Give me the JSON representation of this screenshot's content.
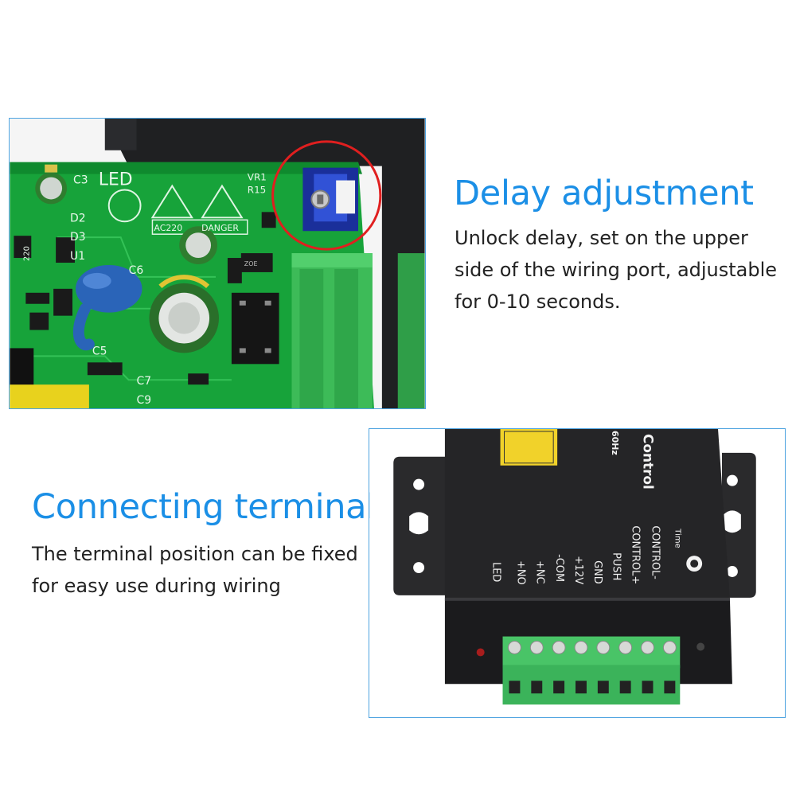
{
  "sections": {
    "delay": {
      "title": "Delay adjustment",
      "description": "Unlock delay, set on the upper side of the wiring port, adjustable for 0-10 seconds."
    },
    "terminal": {
      "title": "Connecting terminal",
      "description": "The terminal position can be fixed for easy use during wiring"
    }
  },
  "pcb": {
    "silkscreen_labels": [
      "C3",
      "LED",
      "D2",
      "D3",
      "U1",
      "220",
      "C5",
      "C6",
      "C7",
      "C9",
      "VR1",
      "R15",
      "AC220",
      "DANGER",
      "ZOE"
    ]
  },
  "device": {
    "top_labels": [
      "Control",
      "60Hz",
      "Time"
    ],
    "terminal_labels": [
      "CONTROL-",
      "CONTROL+",
      "PUSH",
      "GND",
      "+12V",
      "-COM",
      "+NC",
      "+NO",
      "LED"
    ],
    "terminal_count": 8
  },
  "colors": {
    "heading": "#1b8fe6",
    "frame_border": "#4da3e0",
    "pcb_green": "#17a33a",
    "terminal_green": "#3cbf5a",
    "highlight_circle": "#e01f1f",
    "enclosure": "#1e1e20"
  }
}
